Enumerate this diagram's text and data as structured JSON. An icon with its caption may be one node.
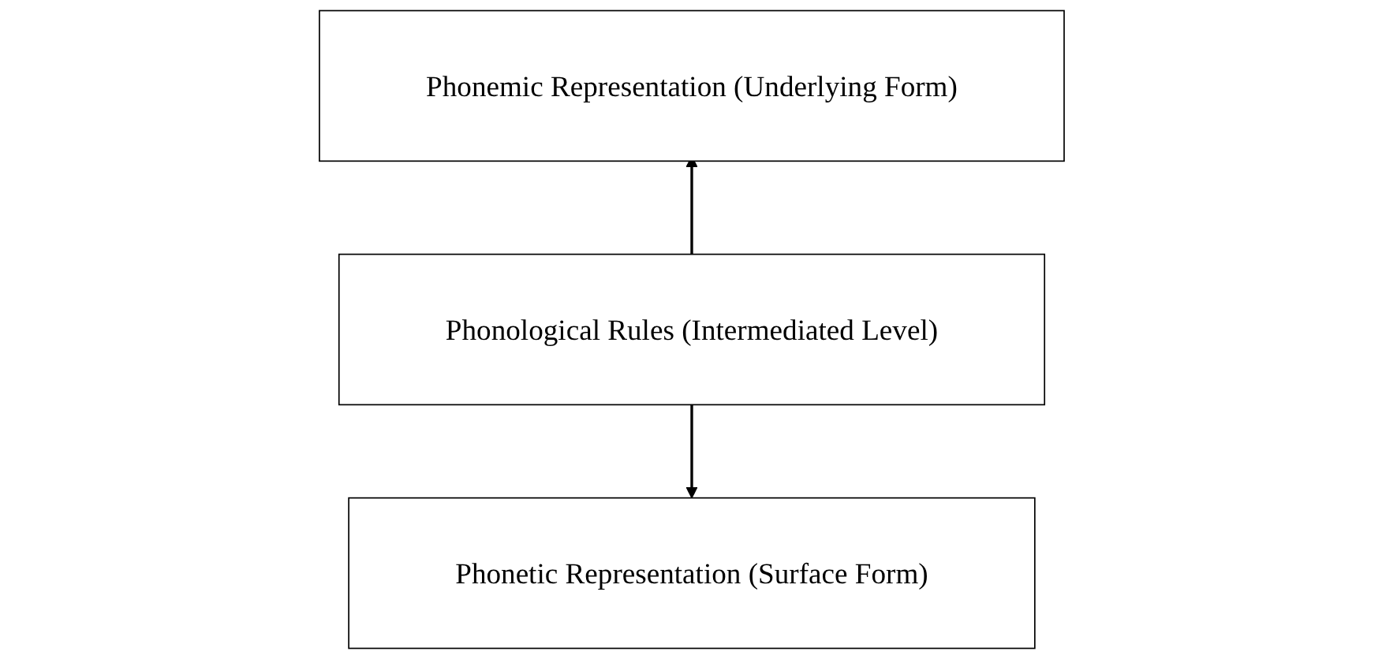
{
  "diagram": {
    "nodes": [
      {
        "text": [
          "Phonemic Representation (Underlying Form)"
        ]
      },
      {
        "text": [
          "Phonological Rules (Intermediated Level)"
        ]
      },
      {
        "text": [
          "Phonetic Representation (Surface Form)"
        ]
      }
    ],
    "edges": [
      {
        "from": 1,
        "to": 0,
        "arrow": "to"
      },
      {
        "from": 1,
        "to": 2,
        "arrow": "to"
      }
    ]
  }
}
